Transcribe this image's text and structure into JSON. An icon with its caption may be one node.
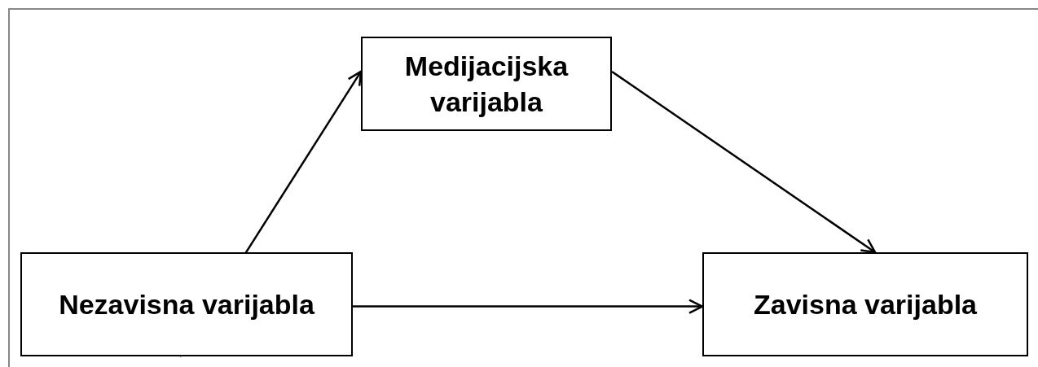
{
  "diagram": {
    "nodes": [
      {
        "text": [
          "Medijacijska varijabla"
        ]
      },
      {
        "text": [
          "Nezavisna varijabla"
        ]
      },
      {
        "text": [
          "Zavisna varijabla"
        ]
      }
    ],
    "edges": [
      {
        "from": 1,
        "to": 0,
        "arrow": "to"
      },
      {
        "from": 0,
        "to": 2,
        "arrow": "to"
      },
      {
        "from": 1,
        "to": 2,
        "arrow": "to"
      }
    ]
  }
}
